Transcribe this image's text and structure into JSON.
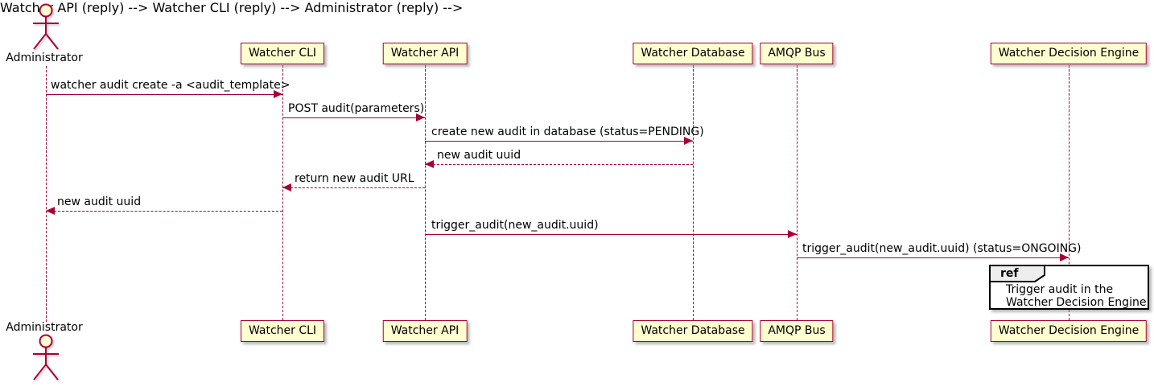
{
  "diagram": {
    "type": "sequence-diagram",
    "colors": {
      "participant_fill": "#FEFECE",
      "participant_border": "#A80036",
      "line": "#A80036",
      "text": "#000000",
      "ref_border": "#000000",
      "ref_header_fill": "#EEEEEE",
      "ref_fill": "#FFFFFF"
    },
    "participants": [
      {
        "id": "administrator",
        "name": "Administrator",
        "kind": "actor"
      },
      {
        "id": "watcher-cli",
        "name": "Watcher CLI",
        "kind": "participant"
      },
      {
        "id": "watcher-api",
        "name": "Watcher API",
        "kind": "participant"
      },
      {
        "id": "watcher-database",
        "name": "Watcher Database",
        "kind": "participant"
      },
      {
        "id": "amqp-bus",
        "name": "AMQP Bus",
        "kind": "participant"
      },
      {
        "id": "watcher-decision-engine",
        "name": "Watcher Decision Engine",
        "kind": "participant"
      }
    ],
    "messages": [
      {
        "from": "Administrator",
        "to": "Watcher CLI",
        "style": "solid",
        "label": "watcher audit create -a <audit_template>"
      },
      {
        "from": "Watcher CLI",
        "to": "Watcher API",
        "style": "solid",
        "label": "POST audit(parameters)"
      },
      {
        "from": "Watcher API",
        "to": "Watcher Database",
        "style": "solid",
        "label": "create new audit in database (status=PENDING)"
      },
      {
        "from": "Watcher Database",
        "to": "Watcher API",
        "style": "dashed",
        "label": "new audit uuid"
      },
      {
        "from": "Watcher API",
        "to": "Watcher CLI",
        "style": "dashed",
        "label": "return new audit URL"
      },
      {
        "from": "Watcher CLI",
        "to": "Administrator",
        "style": "dashed",
        "label": "new audit uuid"
      },
      {
        "from": "Watcher API",
        "to": "AMQP Bus",
        "style": "solid",
        "label": "trigger_audit(new_audit.uuid)"
      },
      {
        "from": "AMQP Bus",
        "to": "Watcher Decision Engine",
        "style": "solid",
        "label": "trigger_audit(new_audit.uuid) (status=ONGOING)"
      }
    ],
    "ref": {
      "keyword": "ref",
      "over": "Watcher Decision Engine",
      "lines": [
        "Trigger audit in the",
        "Watcher Decision Engine"
      ]
    }
  }
}
